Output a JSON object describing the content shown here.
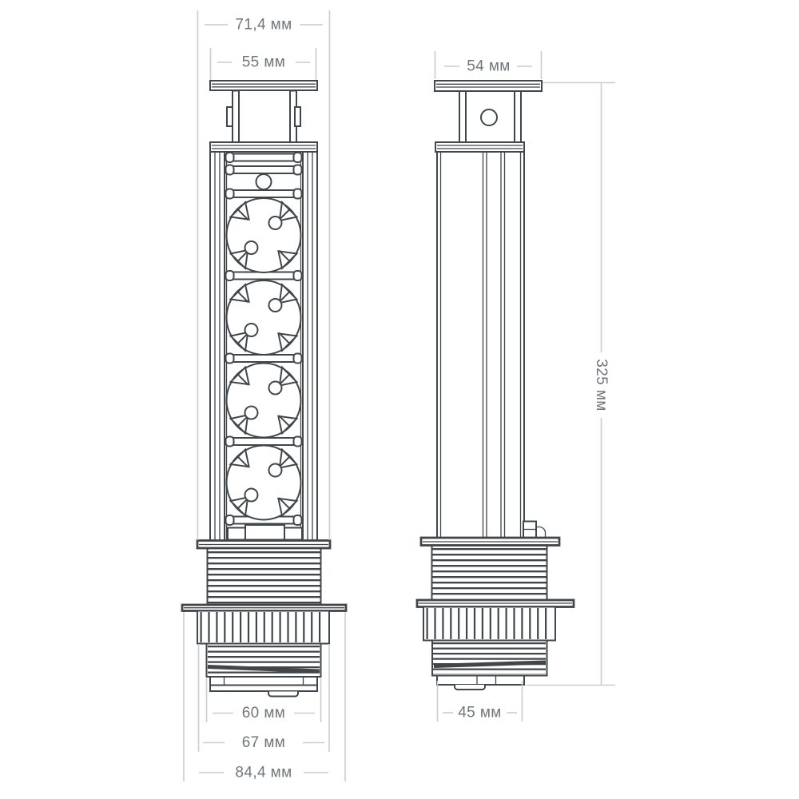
{
  "drawing": {
    "title": "Retractable pop-up socket block — dimensional drawing, front and side views",
    "language": "ru",
    "units": "мм",
    "socket_count": 4,
    "colors": {
      "outline": "#41464a",
      "dimension_line": "#c9ccd0",
      "dimension_text": "#71767b",
      "background": "#ffffff"
    },
    "dimensions": {
      "collar_width": "71,4 мм",
      "cap_width_front": "55 мм",
      "cap_width_side": "54 мм",
      "total_height": "325 мм",
      "lower_section_width": "60 мм",
      "ring_width": "67 мм",
      "flange_width": "84,4 мм",
      "tube_width": "45 мм"
    }
  }
}
